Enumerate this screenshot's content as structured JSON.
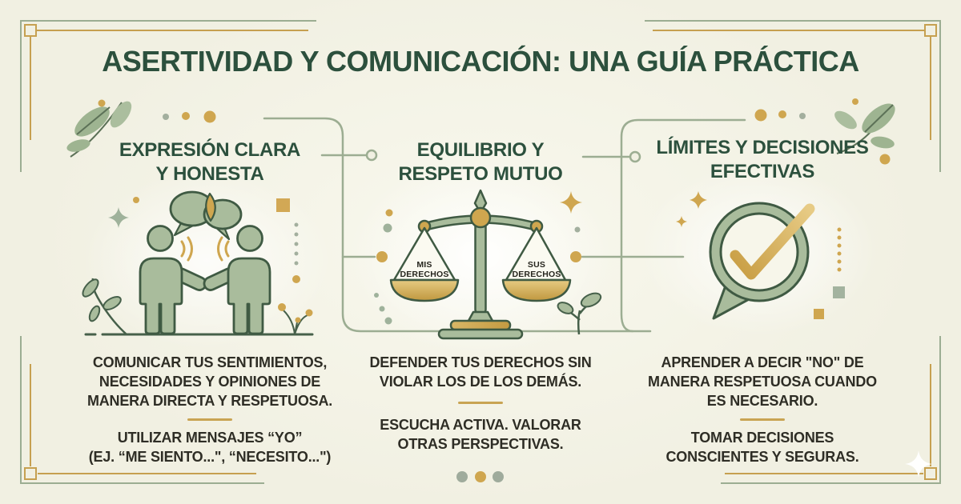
{
  "title": "ASERTIVIDAD Y COMUNICACIÓN: UNA GUÍA PRÁCTICA",
  "columns": [
    {
      "header": "EXPRESIÓN CLARA\nY HONESTA",
      "icon": "people-talking-icon",
      "body1": "COMUNICAR TUS SENTIMIENTOS,\nNECESIDADES Y OPINIONES DE\nMANERA DIRECTA Y RESPETUOSA.",
      "body2": "UTILIZAR MENSAJES “YO”\n(EJ. “ME SIENTO...\", “NECESITO...\")"
    },
    {
      "header": "EQUILIBRIO Y\nRESPETO MUTUO",
      "icon": "balance-scale-icon",
      "body1": "DEFENDER TUS DERECHOS SIN\nVIOLAR LOS DE LOS DEMÁS.",
      "body2": "ESCUCHA ACTIVA. VALORAR\nOTRAS PERSPECTIVAS."
    },
    {
      "header": "LÍMITES Y DECISIONES\nEFECTIVAS",
      "icon": "check-bubble-icon",
      "body1": "APRENDER A DECIR \"NO\" DE\nMANERA RESPETUOSA CUANDO\nES NECESARIO.",
      "body2": "TOMAR DECISIONES\nCONSCIENTES Y SEGURAS."
    }
  ],
  "scale": {
    "pan_left_1": "MIS",
    "pan_left_2": "DERECHOS",
    "pan_right_1": "SUS",
    "pan_right_2": "DERECHOS"
  },
  "colors": {
    "background": "#f1f0e2",
    "dark_green": "#2c503d",
    "sage": "#a9bc9c",
    "outline_green": "#3f5a43",
    "gold": "#cfa64f",
    "body_text": "#2e2d25"
  }
}
